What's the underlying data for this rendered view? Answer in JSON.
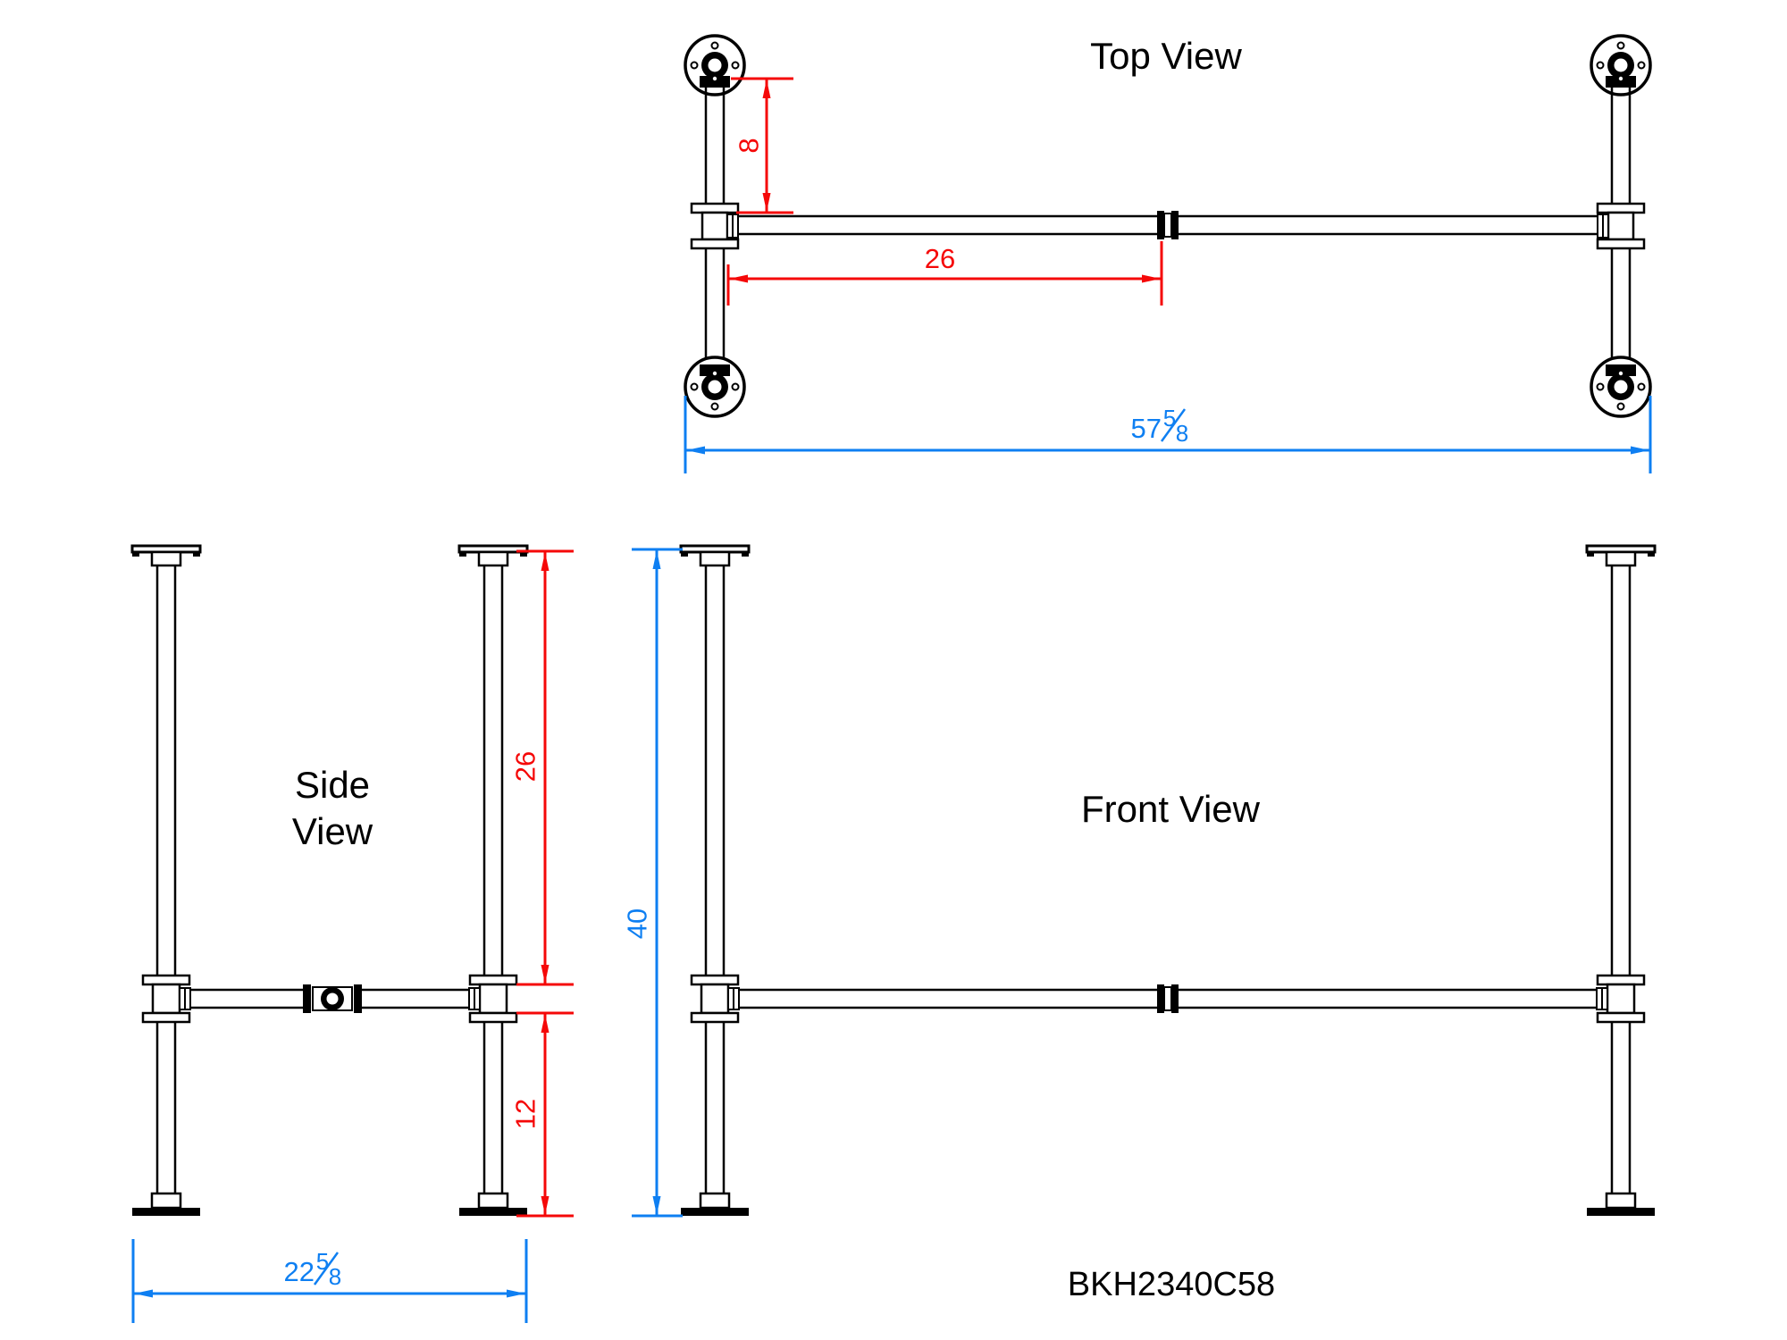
{
  "drawing": {
    "part_number": "BKH2340C58",
    "views": {
      "top": {
        "title": "Top View"
      },
      "side": {
        "title_line1": "Side",
        "title_line2": "View"
      },
      "front": {
        "title": "Front View"
      }
    },
    "dimensions": {
      "top_flange_to_stretcher": "8",
      "top_leg_to_center_coupling": "26",
      "overall_length": {
        "whole": "57",
        "numerator": "5",
        "denominator": "8"
      },
      "side_top_to_stretcher": "26",
      "side_stretcher_to_floor": "12",
      "overall_depth": {
        "whole": "22",
        "numerator": "5",
        "denominator": "8"
      },
      "overall_height": "40"
    },
    "colors": {
      "line": "#000000",
      "dimension_red": "#f50808",
      "dimension_blue": "#0e7ff2",
      "background": "#ffffff"
    }
  }
}
